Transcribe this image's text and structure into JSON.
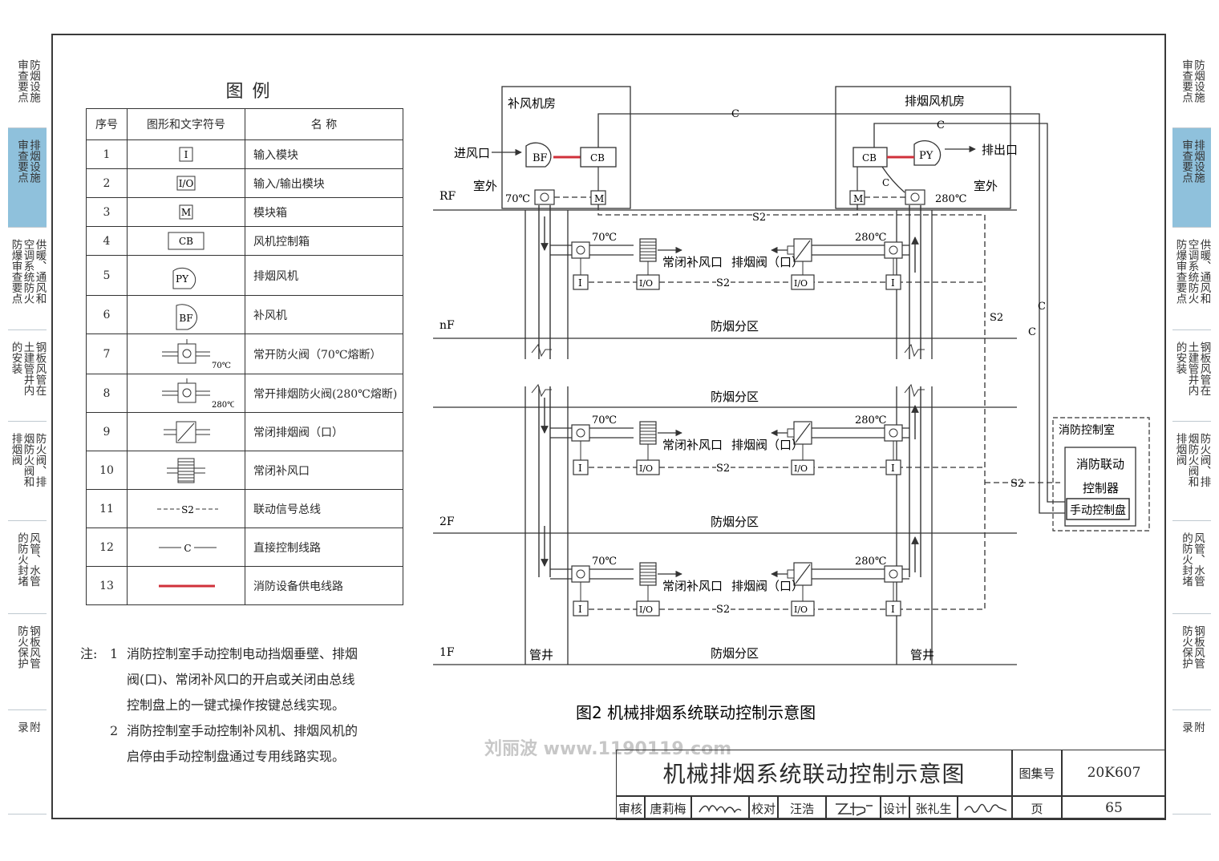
{
  "left_tabs": [
    {
      "label": "防烟设施\n审查要点",
      "active": false
    },
    {
      "label": "排烟设施\n审查要点",
      "active": true
    },
    {
      "label": "供暖、通风和\n空调系统防火\n防爆审查要点",
      "active": false
    },
    {
      "label": "钢板风管在\n土建管井内\n的安装",
      "active": false
    },
    {
      "label": "防火阀、排\n烟防火阀和\n排烟阀",
      "active": false
    },
    {
      "label": "风管、水管\n的防火封堵",
      "active": false
    },
    {
      "label": "钢板风管\n防火保护",
      "active": false
    },
    {
      "label": "附\n录",
      "active": false
    }
  ],
  "right_tabs": [
    {
      "label": "防烟设施\n审查要点",
      "active": false
    },
    {
      "label": "排烟设施\n审查要点",
      "active": true
    },
    {
      "label": "供暖、通风和\n空调系统防火\n防爆审查要点",
      "active": false
    },
    {
      "label": "钢板风管在\n土建管井内\n的安装",
      "active": false
    },
    {
      "label": "防火阀、排\n烟防火阀和\n排烟阀",
      "active": false
    },
    {
      "label": "风管、水管\n的防火封堵",
      "active": false
    },
    {
      "label": "钢板风管\n防火保护",
      "active": false
    },
    {
      "label": "附\n录",
      "active": false
    }
  ],
  "legend": {
    "title": "图  例",
    "headers": [
      "序号",
      "图形和文字符号",
      "名    称"
    ],
    "rows": [
      {
        "no": "1",
        "symbol": "I",
        "sym_type": "module",
        "name": "输入模块"
      },
      {
        "no": "2",
        "symbol": "I/O",
        "sym_type": "module",
        "name": "输入/输出模块"
      },
      {
        "no": "3",
        "symbol": "M",
        "sym_type": "module",
        "name": "模块箱"
      },
      {
        "no": "4",
        "symbol": "CB",
        "sym_type": "cb",
        "name": "风机控制箱"
      },
      {
        "no": "5",
        "symbol": "PY",
        "sym_type": "fan",
        "name": "排烟风机"
      },
      {
        "no": "6",
        "symbol": "BF",
        "sym_type": "fan2",
        "name": "补风机"
      },
      {
        "no": "7",
        "symbol": "70℃",
        "sym_type": "damper",
        "name": "常开防火阀（70℃熔断）"
      },
      {
        "no": "8",
        "symbol": "280℃",
        "sym_type": "damper",
        "name": "常开排烟防火阀(280℃熔断)"
      },
      {
        "no": "9",
        "symbol": "",
        "sym_type": "smoke-valve",
        "name": "常闭排烟阀（口）"
      },
      {
        "no": "10",
        "symbol": "",
        "sym_type": "grille",
        "name": "常闭补风口"
      },
      {
        "no": "11",
        "symbol": "S2",
        "sym_type": "dashed-line",
        "name": "联动信号总线"
      },
      {
        "no": "12",
        "symbol": "C",
        "sym_type": "solid-line",
        "name": "直接控制线路"
      },
      {
        "no": "13",
        "symbol": "",
        "sym_type": "red-line",
        "name": "消防设备供电线路"
      }
    ]
  },
  "notes": {
    "prefix": "注:",
    "items": [
      {
        "no": "1",
        "lines": [
          "消防控制室手动控制电动挡烟垂壁、排烟",
          "阀(口)、常闭补风口的开启或关闭由总线",
          "控制盘上的一键式操作按键总线实现。"
        ]
      },
      {
        "no": "2",
        "lines": [
          "消防控制室手动控制补风机、排烟风机的",
          "启停由手动控制盘通过专用线路实现。"
        ]
      }
    ]
  },
  "diagram": {
    "caption": "图2  机械排烟系统联动控制示意图",
    "makeup_room": "补风机房",
    "exhaust_room": "排烟风机房",
    "inlet": "进风口",
    "outlet": "排出口",
    "outdoor": "室外",
    "floors": [
      "RF",
      "nF",
      "2F",
      "1F"
    ],
    "smoke_zone": "防烟分区",
    "shaft": "管井",
    "makeup_inlet": "常闭补风口",
    "smoke_valve": "排烟阀（口）",
    "temp_low": "70℃",
    "temp_high": "280℃",
    "bus_label": "S2",
    "control_label": "C",
    "fire_room": "消防控制室",
    "controller_line1": "消防联动",
    "controller_line2": "控制器",
    "manual_panel": "手动控制盘",
    "bf": "BF",
    "py": "PY",
    "cb": "CB",
    "m": "M",
    "i": "I",
    "io": "I/O"
  },
  "watermark": "刘丽波  www.1190119.com",
  "title_block": {
    "title": "机械排烟系统联动控制示意图",
    "atlas_label": "图集号",
    "atlas_no": "20K607",
    "review_label": "审核",
    "reviewer": "唐莉梅",
    "check_label": "校对",
    "checker": "汪浩",
    "design_label": "设计",
    "designer": "张礼生",
    "page_label": "页",
    "page_no": "65"
  },
  "colors": {
    "line": "#333333",
    "power_line": "#d0303a",
    "active_tab": "#8fc1dc"
  }
}
